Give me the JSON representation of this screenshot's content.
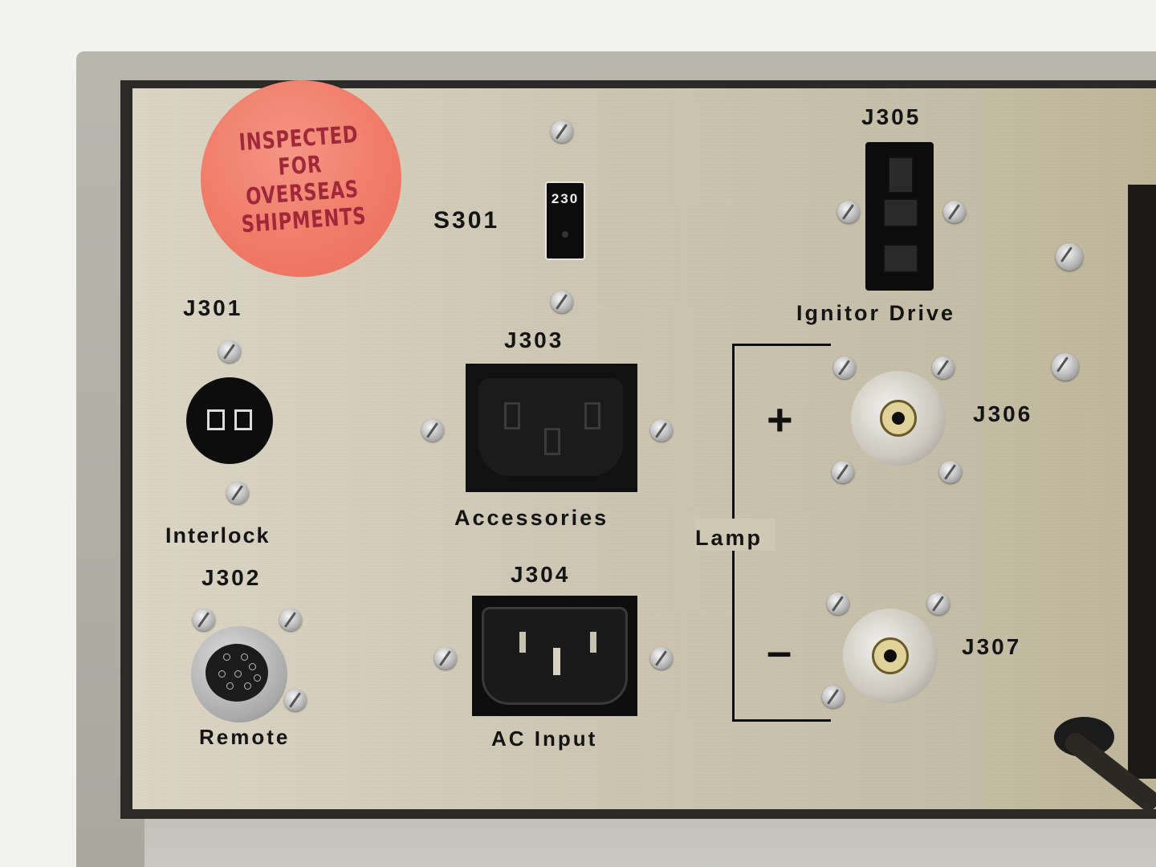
{
  "sticker": {
    "lines": [
      "INSPECTED",
      "FOR",
      "OVERSEAS",
      "SHIPMENTS"
    ],
    "color": "#ef7a66",
    "text_color": "#a0283a"
  },
  "switch": {
    "ref": "S301",
    "setting": "230"
  },
  "connectors": {
    "j301": {
      "ref": "J301",
      "function": "Interlock"
    },
    "j302": {
      "ref": "J302",
      "function": "Remote"
    },
    "j303": {
      "ref": "J303",
      "function": "Accessories"
    },
    "j304": {
      "ref": "J304",
      "function": "AC Input"
    },
    "j305": {
      "ref": "J305",
      "function": "Ignitor Drive"
    },
    "j306": {
      "ref": "J306",
      "polarity": "+"
    },
    "j307": {
      "ref": "J307",
      "polarity": "–"
    }
  },
  "lamp_group": {
    "label": "Lamp"
  },
  "colors": {
    "panel": "#cfc8b3",
    "chassis": "#b0aea5",
    "connector_black": "#0c0c0c"
  }
}
